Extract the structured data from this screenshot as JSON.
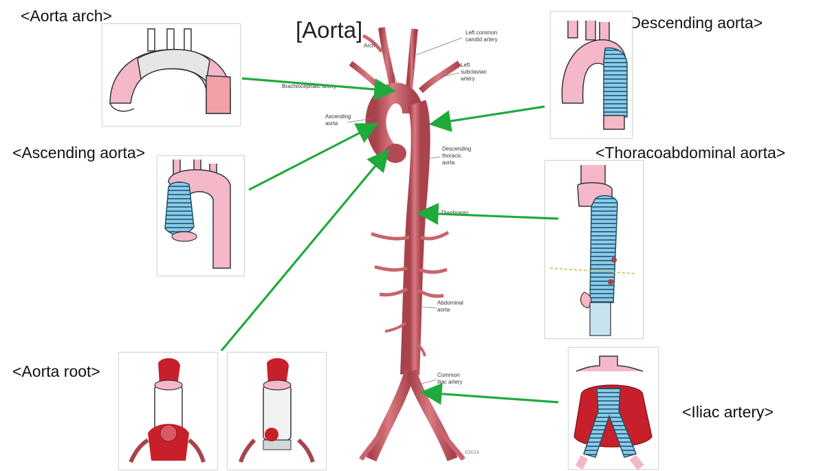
{
  "title": "[Aorta]",
  "regions": {
    "aorta_arch": "<Aorta arch>",
    "ascending_aorta": "<Ascending aorta>",
    "aorta_root": "<Aorta root>",
    "descending_aorta": "<Descending aorta>",
    "thoracoabdominal_aorta": "<Thoracoabdominal aorta>",
    "iliac_artery": "<Iliac artery>"
  },
  "anatomy_labels": {
    "arch": "Arch",
    "left_common_carotid": [
      "Left common",
      "carotid artery"
    ],
    "left_subclavian": [
      "Left",
      "subclavian",
      "artery"
    ],
    "brachiocephalic": "Brachiocephalic artery",
    "ascending": [
      "Ascending",
      "aorta"
    ],
    "descending_thoracic": [
      "Descending",
      "thoracic",
      "aorta"
    ],
    "diaphragm": "Diaphragm",
    "abdominal": [
      "Abdominal",
      "aorta"
    ],
    "common_iliac": [
      "Common",
      "iliac artery"
    ]
  },
  "colors": {
    "arrow": "#1faa3c",
    "vessel": "#c9656c",
    "vessel_dark": "#a8434c",
    "aorta_pink": "#f4b8c8",
    "graft_blue": "#8ecae6",
    "graft_stripe": "#2e6f8e",
    "tissue_red": "#c8202a"
  }
}
